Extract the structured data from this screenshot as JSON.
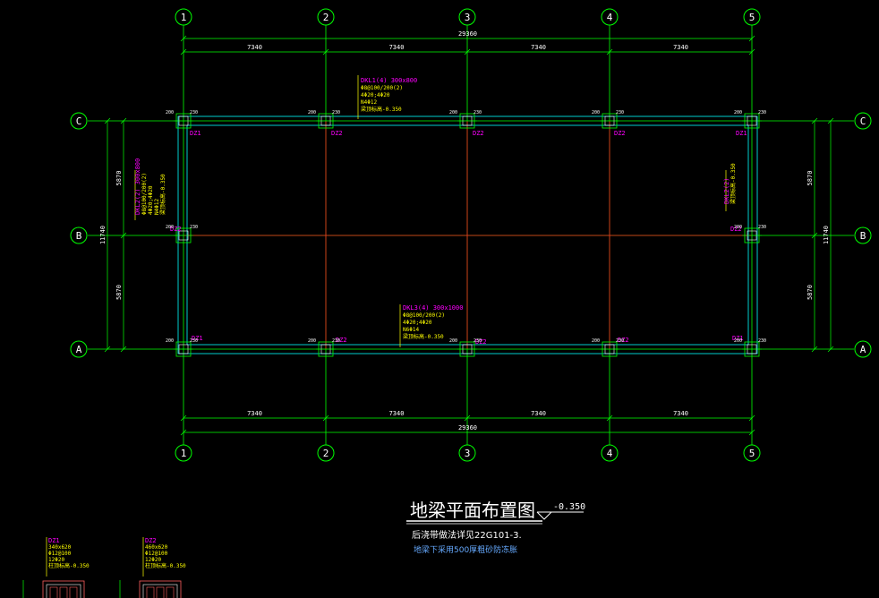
{
  "grid_labels": {
    "columns": [
      "1",
      "2",
      "3",
      "4",
      "5"
    ],
    "rows": [
      "C",
      "B",
      "A"
    ]
  },
  "dimensions": {
    "bay": "7340",
    "total_width": "29360",
    "row_bay": "5870",
    "total_height": "11740"
  },
  "column_labels": {
    "corner": "DZ1",
    "middle": "DZ2"
  },
  "column_dims": {
    "a": "200",
    "b": "340",
    "c": "230"
  },
  "beam_notes": [
    {
      "lines": [
        "DKL1(4) 300x800",
        "Φ8@100/200(2)",
        "4Φ20;4Φ20",
        "N4Φ12",
        "梁顶标高-0.350"
      ]
    },
    {
      "lines": [
        "DKL3(4) 300x1000",
        "Φ8@100/200(2)",
        "4Φ20;4Φ20",
        "N6Φ14",
        "梁顶标高-0.350"
      ]
    },
    {
      "lines": [
        "DKL2(2) 300x800",
        "Φ8@100/200(2)",
        "4Φ20;4Φ20",
        "N4Φ12",
        "梁顶标高-0.350"
      ]
    },
    {
      "lines": [
        "DKL2(2)",
        "梁顶标高-0.350"
      ]
    }
  ],
  "title": {
    "main": "地梁平面布置图",
    "elevation": "-0.350",
    "note1": "后浇带做法详见22G101-3.",
    "note2": "地梁下采用500厚粗砂防冻胀"
  },
  "details": [
    {
      "lines": [
        "DZ1",
        "340x620",
        "Φ12@100",
        "12Φ20",
        "柱顶标高-0.350"
      ]
    },
    {
      "lines": [
        "DZ2",
        "460x620",
        "Φ12@100",
        "12Φ20",
        "柱顶标高-0.350"
      ]
    }
  ]
}
